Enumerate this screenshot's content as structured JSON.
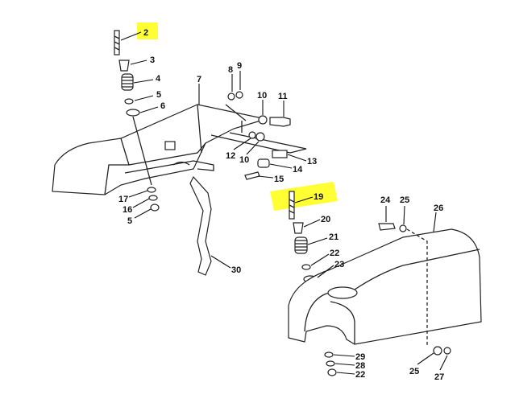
{
  "diagram": {
    "highlight_color": "#ffff33",
    "callouts": [
      {
        "id": "c2",
        "text": "2",
        "highlighted": true
      },
      {
        "id": "c3",
        "text": "3"
      },
      {
        "id": "c4",
        "text": "4"
      },
      {
        "id": "c5a",
        "text": "5"
      },
      {
        "id": "c6",
        "text": "6"
      },
      {
        "id": "c7",
        "text": "7"
      },
      {
        "id": "c8",
        "text": "8"
      },
      {
        "id": "c9",
        "text": "9"
      },
      {
        "id": "c10a",
        "text": "10"
      },
      {
        "id": "c11",
        "text": "11"
      },
      {
        "id": "c12",
        "text": "12"
      },
      {
        "id": "c10b",
        "text": "10"
      },
      {
        "id": "c13",
        "text": "13"
      },
      {
        "id": "c14",
        "text": "14"
      },
      {
        "id": "c15",
        "text": "15"
      },
      {
        "id": "c17",
        "text": "17"
      },
      {
        "id": "c16",
        "text": "16"
      },
      {
        "id": "c5b",
        "text": "5"
      },
      {
        "id": "c30",
        "text": "30"
      },
      {
        "id": "c19",
        "text": "19",
        "highlighted": true
      },
      {
        "id": "c20",
        "text": "20"
      },
      {
        "id": "c21",
        "text": "21"
      },
      {
        "id": "c22a",
        "text": "22"
      },
      {
        "id": "c23",
        "text": "23"
      },
      {
        "id": "c24",
        "text": "24"
      },
      {
        "id": "c25a",
        "text": "25"
      },
      {
        "id": "c26",
        "text": "26"
      },
      {
        "id": "c29",
        "text": "29"
      },
      {
        "id": "c28",
        "text": "28"
      },
      {
        "id": "c22b",
        "text": "22"
      },
      {
        "id": "c25b",
        "text": "25"
      },
      {
        "id": "c27",
        "text": "27"
      }
    ]
  }
}
